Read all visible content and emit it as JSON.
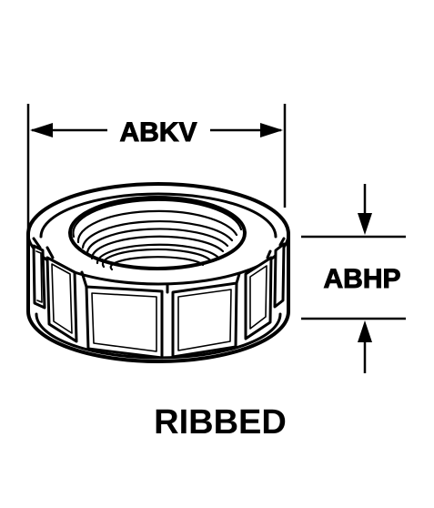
{
  "dimensions": {
    "width_label": "ABKV",
    "height_label": "ABHP"
  },
  "caption": "RIBBED",
  "colors": {
    "ink": "#000000",
    "paper": "#ffffff"
  }
}
